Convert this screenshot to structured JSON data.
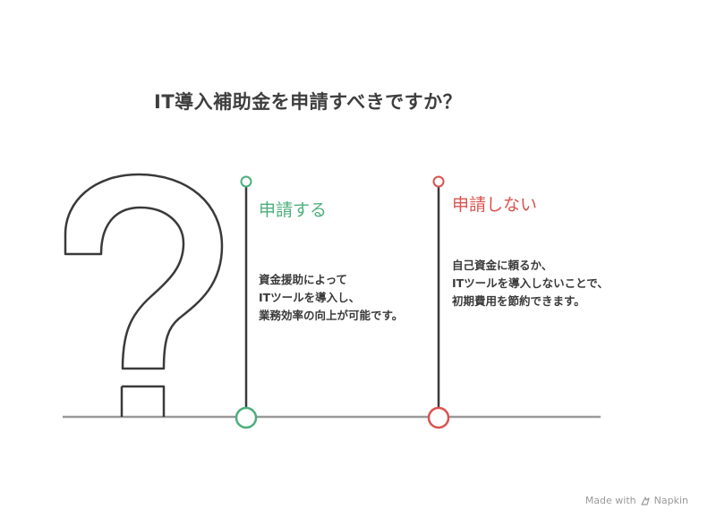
{
  "title": "IT導入補助金を申請すべきですか？",
  "options": [
    {
      "label": "申請する",
      "color": "#4caf7a",
      "description": [
        "資金援助によって",
        "ITツールを導入し、",
        "業務効率の向上が可能です。"
      ]
    },
    {
      "label": "申請しない",
      "color": "#d9534f",
      "description": [
        "自己資金に頼るか、",
        "ITツールを導入しないことで、",
        "初期費用を節約できます。"
      ]
    }
  ],
  "decor": {
    "question_mark_icon": "question-mark-icon",
    "line_color": "#9a9a9a",
    "stroke_color": "#3a3a3a"
  },
  "watermark": {
    "made_with": "Made with",
    "brand": "Napkin"
  }
}
